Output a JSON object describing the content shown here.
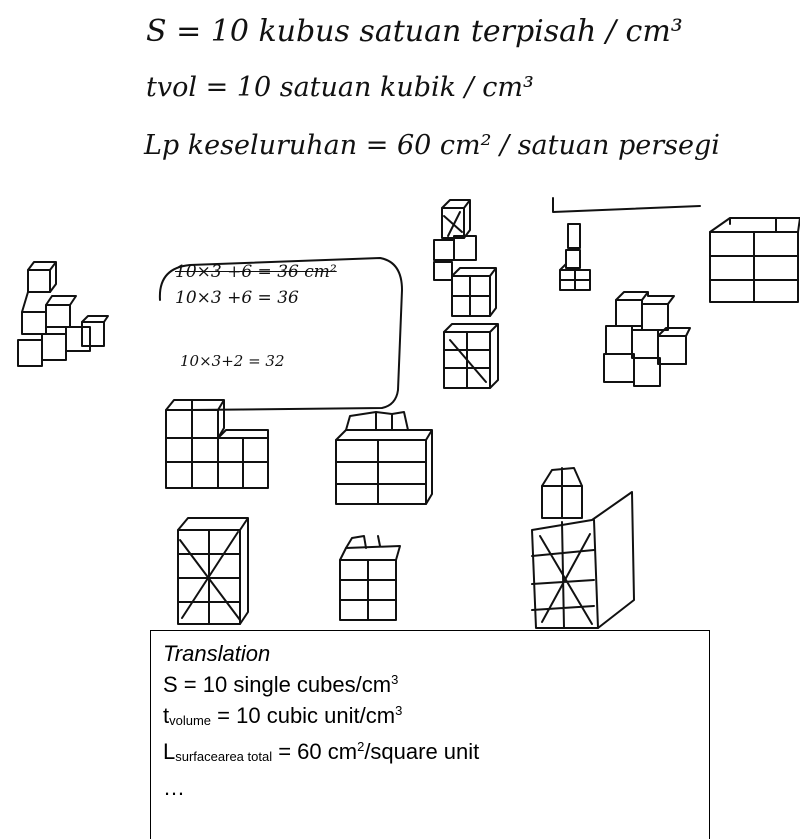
{
  "handwriting": {
    "line1": "S = 10 kubus satuan terpisah / cm³",
    "line2": "tvol = 10 satuan kubik / cm³",
    "line3": "Lp keseluruhan = 60 cm² / satuan persegi",
    "calc_crossed": "10×3 +6 = 36 cm²",
    "calc_line2": "10×3 +6 = 36",
    "calc_line3": "10×3+2 = 32"
  },
  "translation": {
    "title": "Translation",
    "s_line": {
      "prefix": "S = 10 single cubes/cm",
      "sup": "3"
    },
    "t_line": {
      "main": "t",
      "sub": "volume",
      "rest": " = 10 cubic unit/cm",
      "sup": "3"
    },
    "l_line": {
      "main": "L",
      "sub": "surfacearea total",
      "rest": " = 60 cm",
      "sup": "2",
      "tail": "/square unit"
    },
    "ellipsis": "…"
  }
}
